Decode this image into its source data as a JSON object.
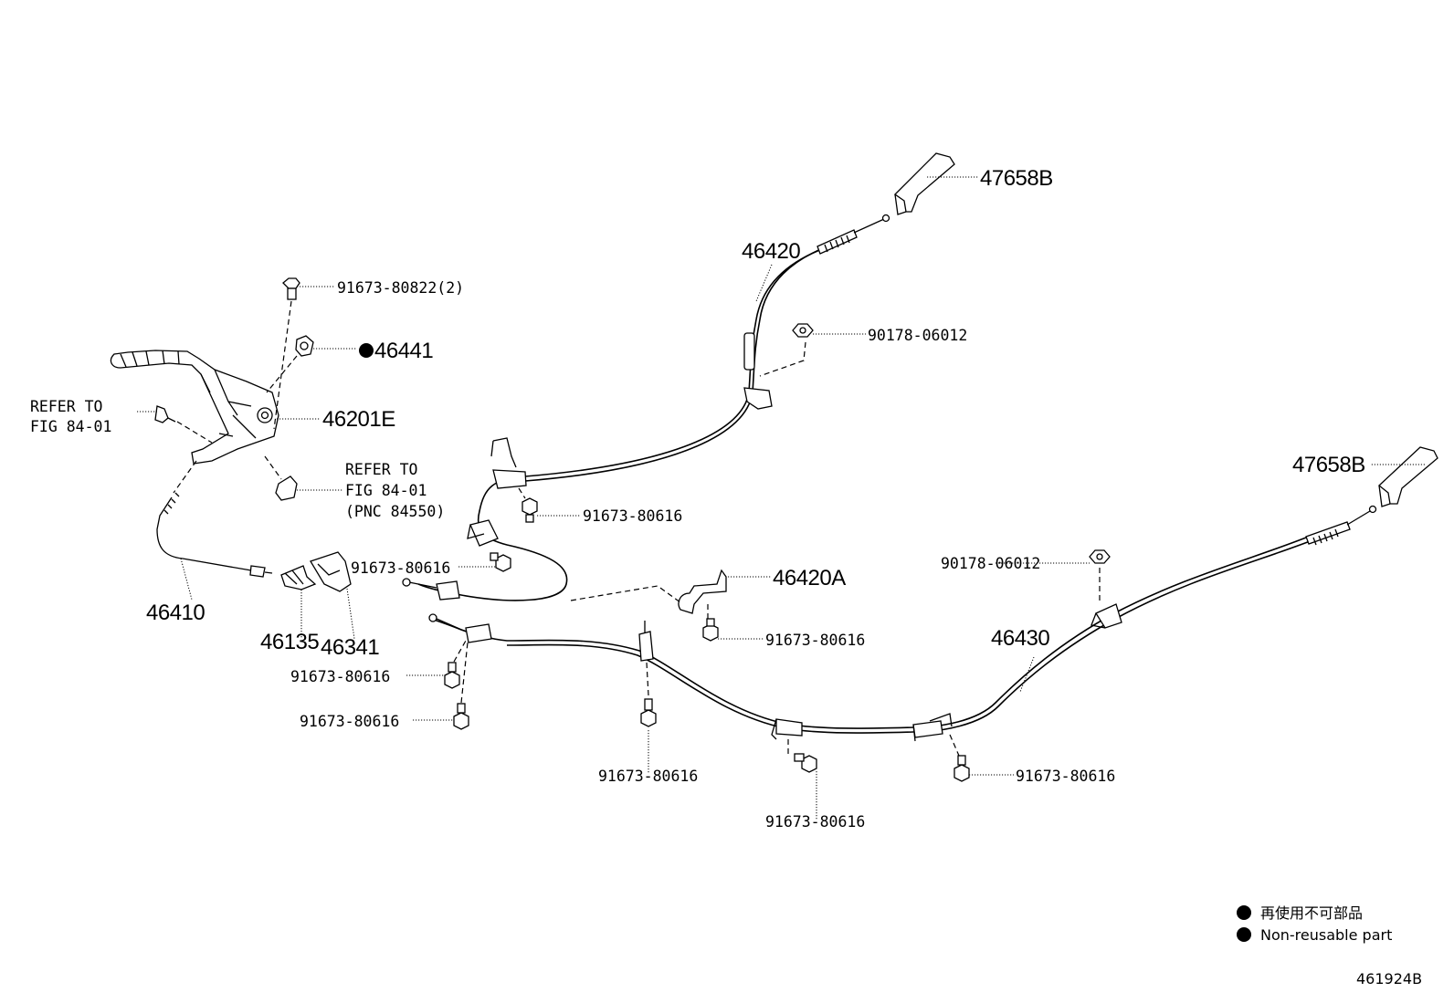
{
  "labels": {
    "p47658b_top": "47658B",
    "p47658b_right": "47658B",
    "p46420": "46420",
    "p90178_top": "90178-06012",
    "p90178_mid": "90178-06012",
    "p91673_80822": "91673-80822(2)",
    "p46441": "46441",
    "p46201e": "46201E",
    "refer_left_1": "REFER TO",
    "refer_left_2": "FIG 84-01",
    "refer_right_1": "REFER TO",
    "refer_right_2": "FIG 84-01",
    "refer_right_3": "(PNC 84550)",
    "p91673_a": "91673-80616",
    "p91673_b": "91673-80616",
    "p46420a": "46420A",
    "p91673_c": "91673-80616",
    "p46410": "46410",
    "p46135": "46135",
    "p46341": "46341",
    "p46430": "46430",
    "p91673_d": "91673-80616",
    "p91673_e": "91673-80616",
    "p91673_f": "91673-80616",
    "p91673_g": "91673-80616",
    "p91673_h": "91673-80616"
  },
  "legend": {
    "jp": "再使用不可部品",
    "en": "Non-reusable part"
  },
  "figure_id": "461924B"
}
